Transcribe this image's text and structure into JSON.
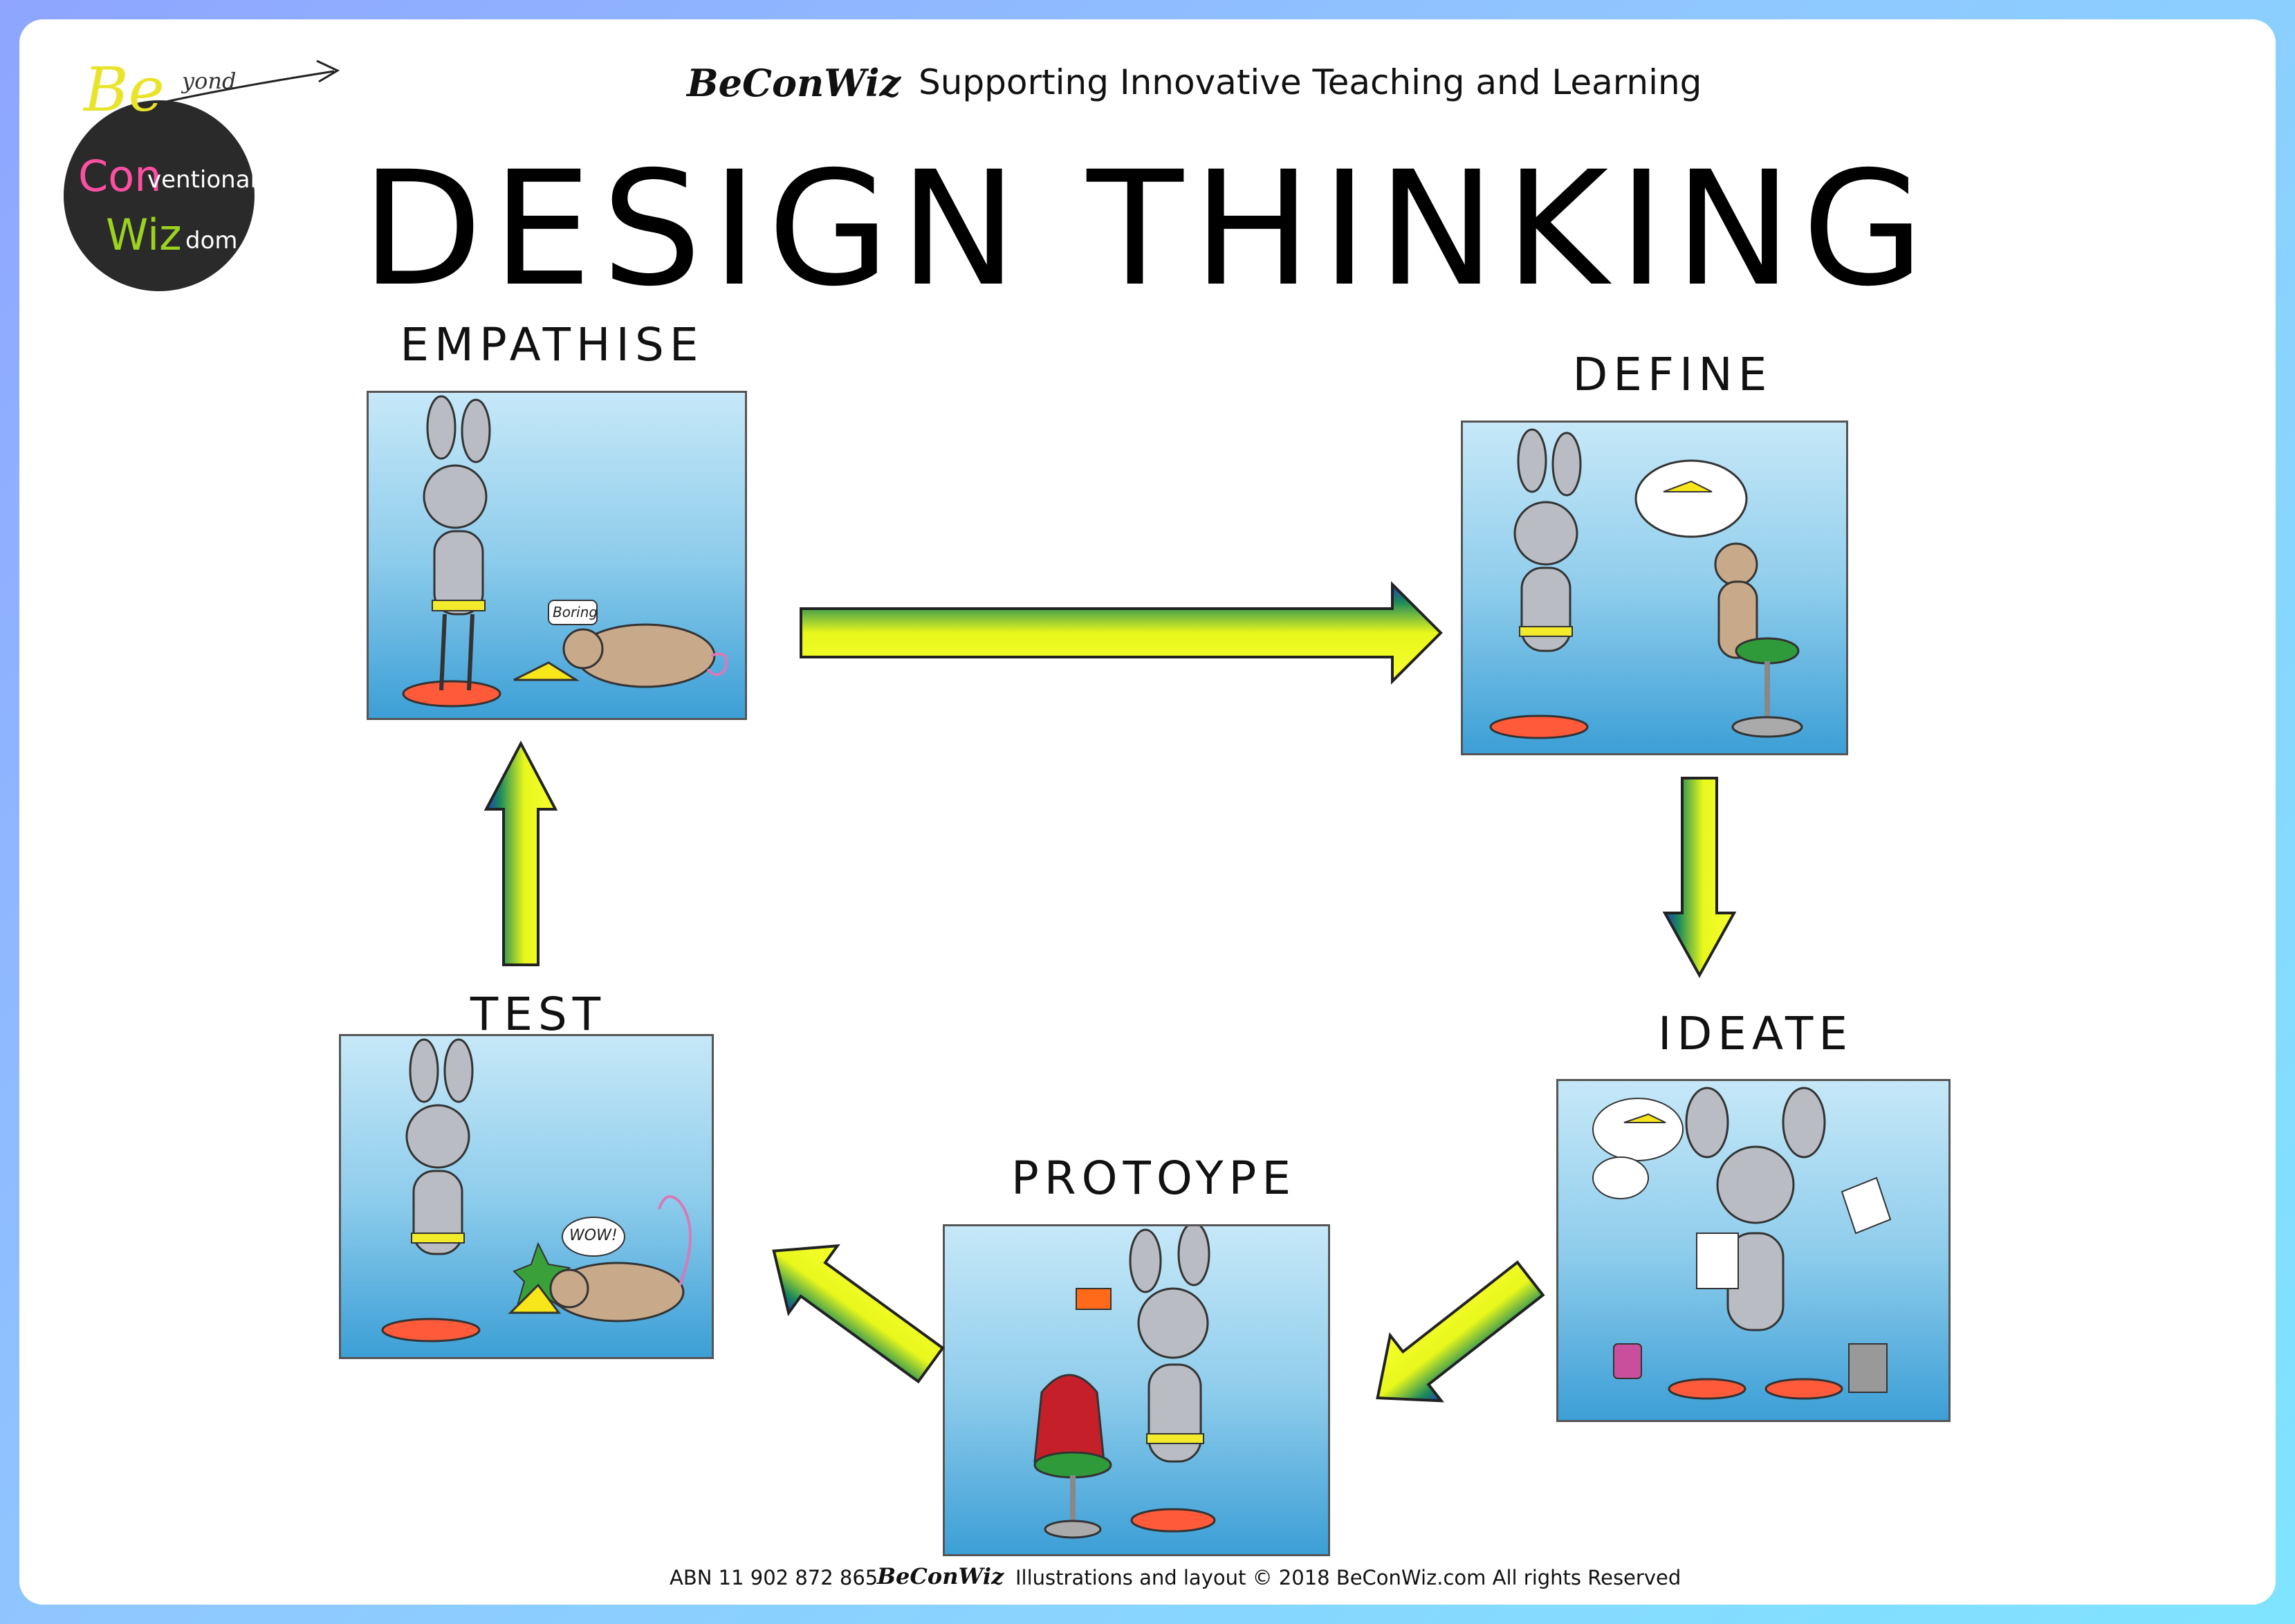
{
  "logo": {
    "text_be": "Be",
    "text_yond": "yond",
    "text_con": "Con",
    "text_ventional": "ventional",
    "text_wiz": "Wiz",
    "text_dom": "dom"
  },
  "header": {
    "brand": "BeConWiz",
    "tagline": "Supporting Innovative Teaching and Learning"
  },
  "title": "DESIGN THINKING",
  "stages": {
    "empathise": {
      "label": "EMPATHISE",
      "speech": "Boring"
    },
    "define": {
      "label": "DEFINE"
    },
    "ideate": {
      "label": "IDEATE"
    },
    "prototype": {
      "label": "PROTOYPE"
    },
    "test": {
      "label": "TEST",
      "speech": "WOW!"
    }
  },
  "footer": {
    "abn": "ABN 11 902 872 865",
    "brand": "BeConWiz",
    "copyright": "Illustrations and layout © 2018 BeConWiz.com All rights Reserved"
  },
  "colors": {
    "arrow_start": "#f5ff1e",
    "arrow_mid": "#6fd24a",
    "arrow_end": "#1f3fb5"
  }
}
